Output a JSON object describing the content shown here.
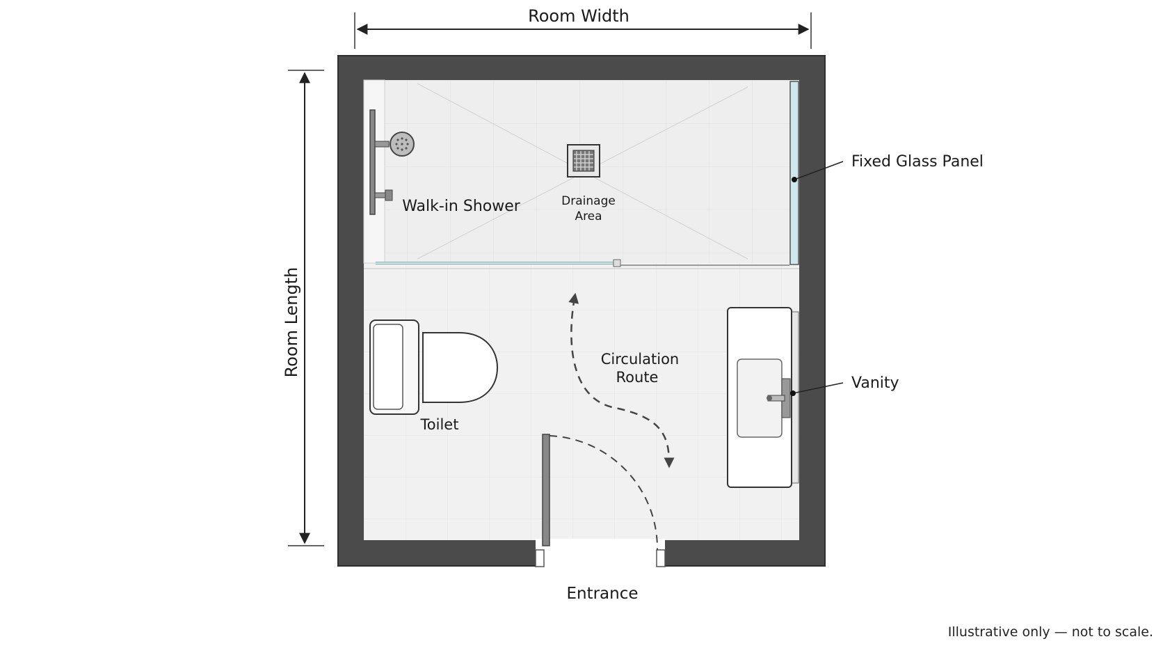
{
  "dimensions": {
    "width_label": "Room Width",
    "length_label": "Room Length"
  },
  "labels": {
    "shower": "Walk-in Shower",
    "drain_line1": "Drainage",
    "drain_line2": "Area",
    "glass_panel": "Fixed Glass Panel",
    "circulation_line1": "Circulation",
    "circulation_line2": "Route",
    "toilet": "Toilet",
    "vanity": "Vanity",
    "entrance": "Entrance"
  },
  "footnote": "Illustrative only — not to scale.",
  "colors": {
    "wall": "#4b4b4b",
    "floor": "#efefef",
    "shower_floor": "#e6e6e6",
    "glass": "#cfe8ee",
    "text": "#1a1a1a"
  },
  "icons": [
    "shower-head-icon",
    "drain-grate-icon",
    "toilet-icon",
    "vanity-sink-icon",
    "door-swing-icon",
    "circulation-arrow-icon"
  ]
}
